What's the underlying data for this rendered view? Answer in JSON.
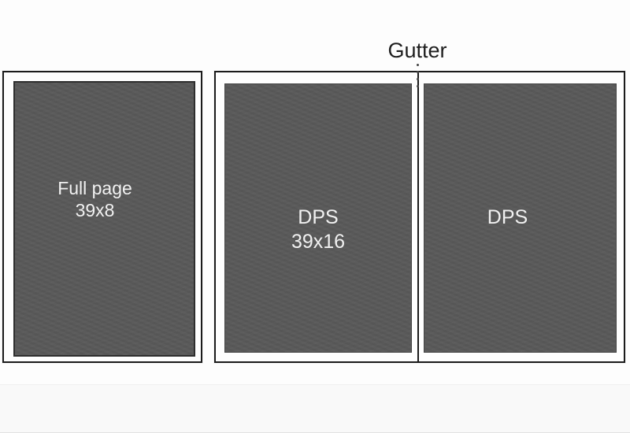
{
  "diagram": {
    "gutter_label": "Gutter",
    "pages": {
      "full_page": {
        "label_line1": "Full page",
        "label_line2": "39x8"
      },
      "dps_left": {
        "label_line1": "DPS",
        "label_line2": "39x16"
      },
      "dps_right": {
        "label_line1": "DPS"
      }
    },
    "colors": {
      "background": "#fdfdfd",
      "page_fill": "#fefefe",
      "page_border": "#1b1b1b",
      "ad_block_fill": "#595959",
      "ad_block_border": "#2e2e2e",
      "label_text": "#f1f1f1",
      "annotation_text": "#1e1e1e",
      "leader_dot": "#454545"
    }
  }
}
